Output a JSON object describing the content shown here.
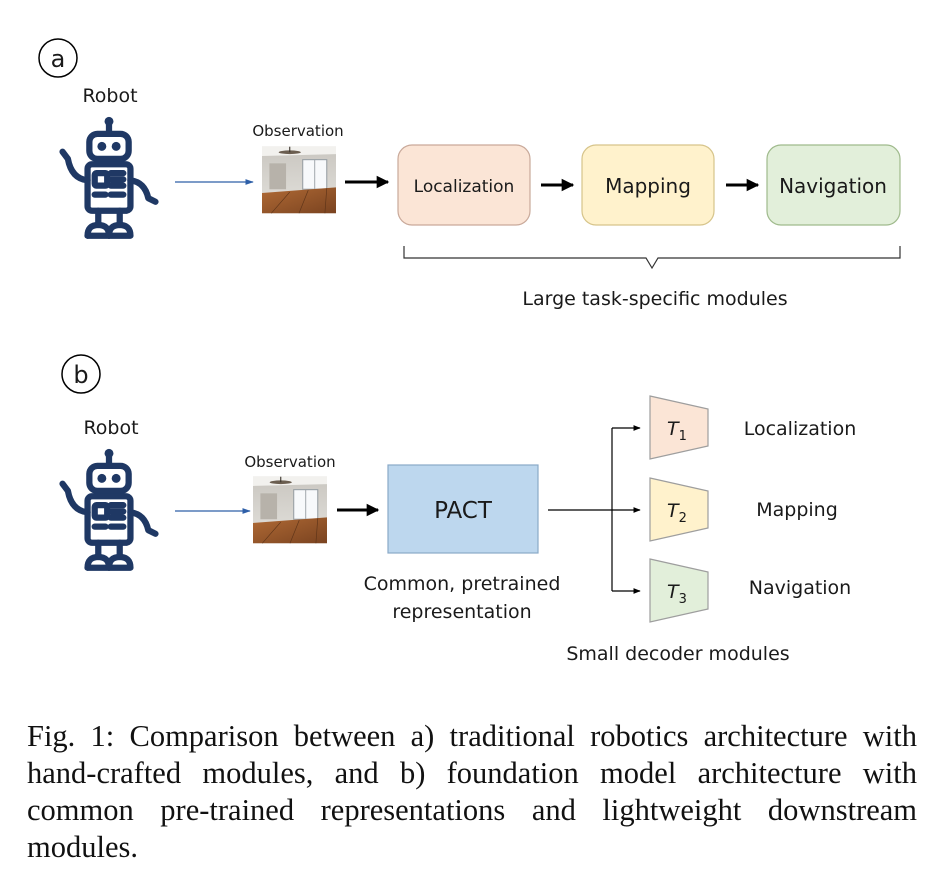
{
  "panel_a": {
    "marker": "a",
    "robot_label": "Robot",
    "observation_label": "Observation",
    "modules": [
      {
        "label": "Localization",
        "fill": "#fbe5d6",
        "stroke": "#c9a99a"
      },
      {
        "label": "Mapping",
        "fill": "#fff2cc",
        "stroke": "#d6c48a"
      },
      {
        "label": "Navigation",
        "fill": "#e2efda",
        "stroke": "#9fba8c"
      }
    ],
    "brace_label": "Large task-specific modules"
  },
  "panel_b": {
    "marker": "b",
    "robot_label": "Robot",
    "observation_label": "Observation",
    "core_label": "PACT",
    "core_fill": "#bdd7ee",
    "core_caption_line1": "Common, pretrained",
    "core_caption_line2": "representation",
    "decoders": [
      {
        "symbol": "T",
        "subscript": "1",
        "label": "Localization",
        "fill": "#fbe5d6"
      },
      {
        "symbol": "T",
        "subscript": "2",
        "label": "Mapping",
        "fill": "#fff2cc"
      },
      {
        "symbol": "T",
        "subscript": "3",
        "label": "Navigation",
        "fill": "#e2efda"
      }
    ],
    "decoders_label": "Small decoder modules"
  },
  "colors": {
    "robot": "#1f3864",
    "thin_arrow": "#2e5fa8"
  },
  "caption": "Fig. 1: Comparison between a) traditional robotics architecture with hand-crafted modules, and b) foundation model architecture with common pre-trained representations and lightweight downstream modules."
}
